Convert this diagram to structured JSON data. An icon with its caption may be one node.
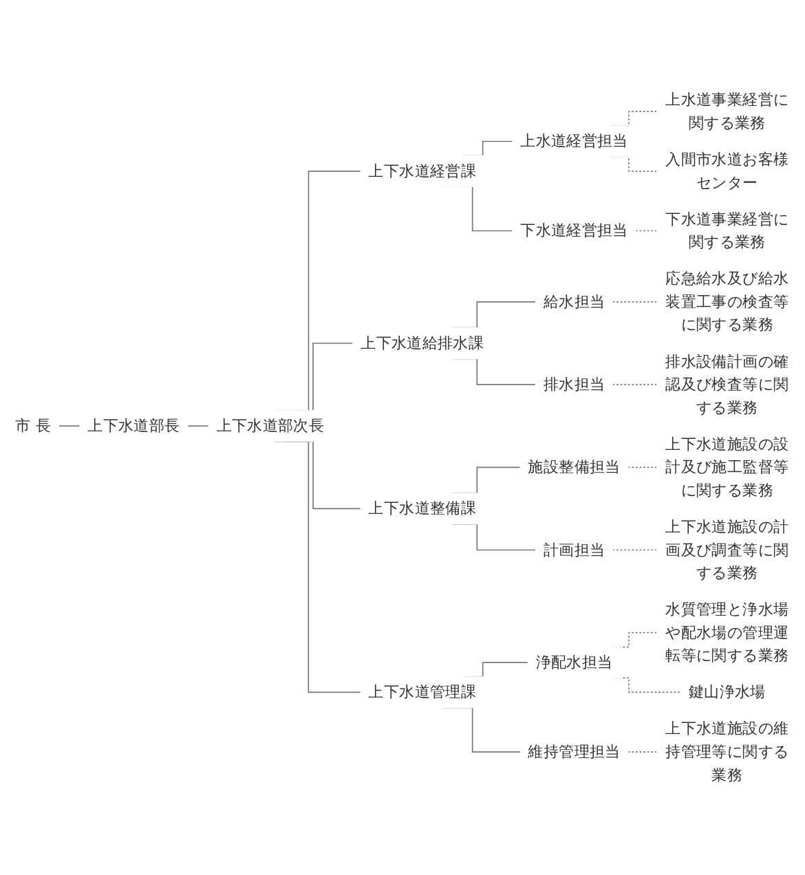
{
  "diagram": {
    "nodes": [
      {
        "text": [
          "市 長"
        ]
      },
      {
        "text": [
          "上下水道部長"
        ]
      },
      {
        "text": [
          "上下水道部次長"
        ]
      },
      {
        "text": [
          "上下水道経営課"
        ]
      },
      {
        "text": [
          "上水道経営担当"
        ]
      },
      {
        "text": [
          "上水道事業経営に関する業務"
        ]
      },
      {
        "text": [
          "入間市水道お客様センター"
        ]
      },
      {
        "text": [
          "下水道経営担当"
        ]
      },
      {
        "text": [
          "下水道事業経営に関する業務"
        ]
      },
      {
        "text": [
          "上下水道給排水課"
        ]
      },
      {
        "text": [
          "給水担当"
        ]
      },
      {
        "text": [
          "応急給水及び給水装置工事の検査等に関する業務"
        ]
      },
      {
        "text": [
          "排水担当"
        ]
      },
      {
        "text": [
          "排水設備計画の確認及び検査等に関する業務"
        ]
      },
      {
        "text": [
          "上下水道整備課"
        ]
      },
      {
        "text": [
          "施設整備担当"
        ]
      },
      {
        "text": [
          "上下水道施設の設計及び施工監督等に関する業務"
        ]
      },
      {
        "text": [
          "計画担当"
        ]
      },
      {
        "text": [
          "上下水道施設の計画及び調査等に関する業務"
        ]
      },
      {
        "text": [
          "上下水道管理課"
        ]
      },
      {
        "text": [
          "浄配水担当"
        ]
      },
      {
        "text": [
          "水質管理と浄水場や配水場の管理運転等に関する業務"
        ]
      },
      {
        "text": [
          "鍵山浄水場"
        ]
      },
      {
        "text": [
          "維持管理担当"
        ]
      },
      {
        "text": [
          "上下水道施設の維持管理等に関する業務"
        ]
      }
    ],
    "edges": [
      {
        "from": 0,
        "to": 1,
        "arrow": "none"
      },
      {
        "from": 1,
        "to": 2,
        "arrow": "none"
      },
      {
        "from": 2,
        "to": 3,
        "arrow": "none"
      },
      {
        "from": 3,
        "to": 4,
        "arrow": "none"
      },
      {
        "from": 4,
        "to": 5,
        "arrow": "none",
        "style": "dashed"
      },
      {
        "from": 4,
        "to": 6,
        "arrow": "none",
        "style": "dashed"
      },
      {
        "from": 3,
        "to": 7,
        "arrow": "none"
      },
      {
        "from": 7,
        "to": 8,
        "arrow": "none",
        "style": "dashed"
      },
      {
        "from": 2,
        "to": 9,
        "arrow": "none"
      },
      {
        "from": 9,
        "to": 10,
        "arrow": "none"
      },
      {
        "from": 10,
        "to": 11,
        "arrow": "none",
        "style": "dashed"
      },
      {
        "from": 9,
        "to": 12,
        "arrow": "none"
      },
      {
        "from": 12,
        "to": 13,
        "arrow": "none",
        "style": "dashed"
      },
      {
        "from": 2,
        "to": 14,
        "arrow": "none"
      },
      {
        "from": 14,
        "to": 15,
        "arrow": "none"
      },
      {
        "from": 15,
        "to": 16,
        "arrow": "none",
        "style": "dashed"
      },
      {
        "from": 14,
        "to": 17,
        "arrow": "none"
      },
      {
        "from": 17,
        "to": 18,
        "arrow": "none",
        "style": "dashed"
      },
      {
        "from": 2,
        "to": 19,
        "arrow": "none"
      },
      {
        "from": 19,
        "to": 20,
        "arrow": "none"
      },
      {
        "from": 20,
        "to": 21,
        "arrow": "none",
        "style": "dashed"
      },
      {
        "from": 20,
        "to": 22,
        "arrow": "none",
        "style": "dashed"
      },
      {
        "from": 19,
        "to": 23,
        "arrow": "none"
      },
      {
        "from": 23,
        "to": 24,
        "arrow": "none",
        "style": "dashed"
      }
    ]
  }
}
